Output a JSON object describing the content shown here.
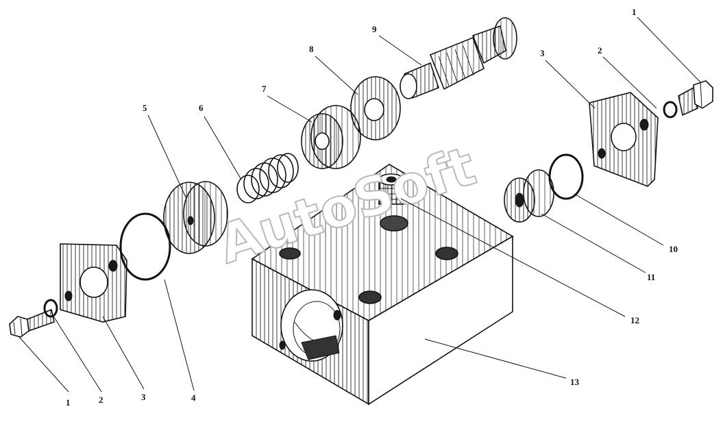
{
  "watermark": "AutoSoft",
  "callouts": [
    {
      "id": "c1a",
      "label": "1"
    },
    {
      "id": "c2a",
      "label": "2"
    },
    {
      "id": "c3a",
      "label": "3"
    },
    {
      "id": "c4",
      "label": "4"
    },
    {
      "id": "c5",
      "label": "5"
    },
    {
      "id": "c6",
      "label": "6"
    },
    {
      "id": "c7",
      "label": "7"
    },
    {
      "id": "c8",
      "label": "8"
    },
    {
      "id": "c9",
      "label": "9"
    },
    {
      "id": "c3b",
      "label": "3"
    },
    {
      "id": "c2b",
      "label": "2"
    },
    {
      "id": "c1b",
      "label": "1"
    },
    {
      "id": "c10",
      "label": "10"
    },
    {
      "id": "c11",
      "label": "11"
    },
    {
      "id": "c12",
      "label": "12"
    },
    {
      "id": "c13",
      "label": "13"
    }
  ]
}
